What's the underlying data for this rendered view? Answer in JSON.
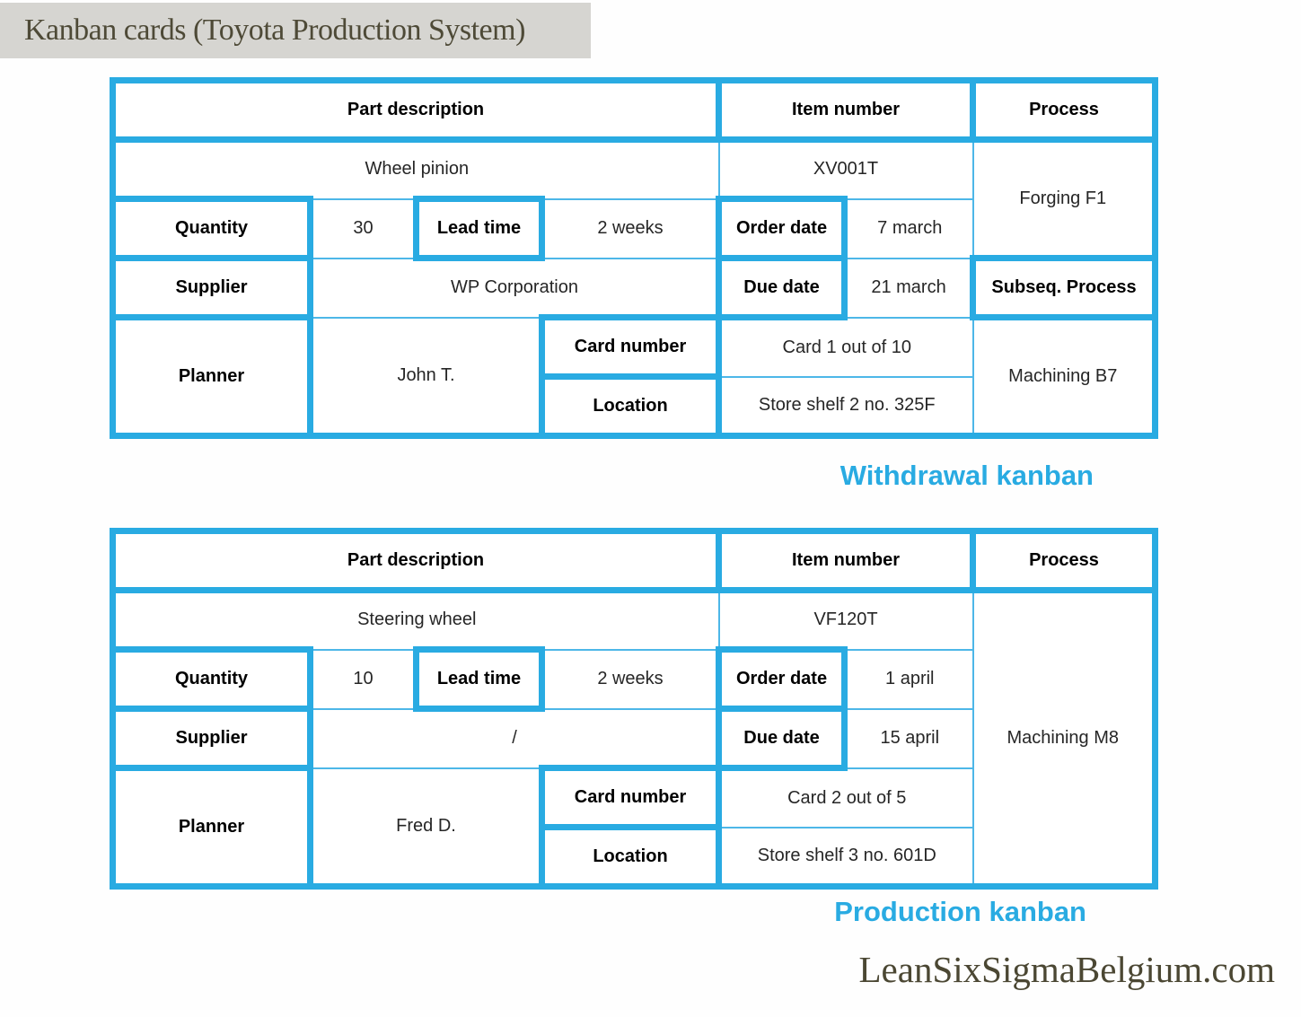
{
  "title": "Kanban cards (Toyota Production System)",
  "watermark": "LeanSixSigmaBelgium.com",
  "colors": {
    "accent_cyan": "#29abe2",
    "thin_line_cyan": "#4db7e8",
    "title_text": "#4e4a37",
    "title_background": "#d6d5d1"
  },
  "withdrawal_card": {
    "caption": "Withdrawal kanban",
    "headers": {
      "part_description": "Part description",
      "item_number": "Item number",
      "process": "Process"
    },
    "labels": {
      "quantity": "Quantity",
      "lead_time": "Lead time",
      "order_date": "Order date",
      "supplier": "Supplier",
      "due_date": "Due date",
      "subseq_process": "Subseq. Process",
      "planner": "Planner",
      "card_number": "Card number",
      "location": "Location"
    },
    "values": {
      "part_description": "Wheel pinion",
      "item_number": "XV001T",
      "process_first": "Forging F1",
      "quantity": "30",
      "lead_time": "2 weeks",
      "order_date": "7 march",
      "supplier": "WP Corporation",
      "due_date": "21 march",
      "planner": "John T.",
      "card_number": "Card 1 out of 10",
      "location": "Store shelf 2 no. 325F",
      "process_subsequent": "Machining B7"
    }
  },
  "production_card": {
    "caption": "Production kanban",
    "headers": {
      "part_description": "Part description",
      "item_number": "Item number",
      "process": "Process"
    },
    "labels": {
      "quantity": "Quantity",
      "lead_time": "Lead time",
      "order_date": "Order date",
      "supplier": "Supplier",
      "due_date": "Due date",
      "planner": "Planner",
      "card_number": "Card number",
      "location": "Location"
    },
    "values": {
      "part_description": "Steering wheel",
      "item_number": "VF120T",
      "quantity": "10",
      "lead_time": "2 weeks",
      "order_date": "1 april",
      "supplier": "/",
      "due_date": "15 april",
      "planner": "Fred D.",
      "card_number": "Card 2 out of 5",
      "location": "Store shelf 3 no. 601D",
      "process": "Machining M8"
    }
  }
}
